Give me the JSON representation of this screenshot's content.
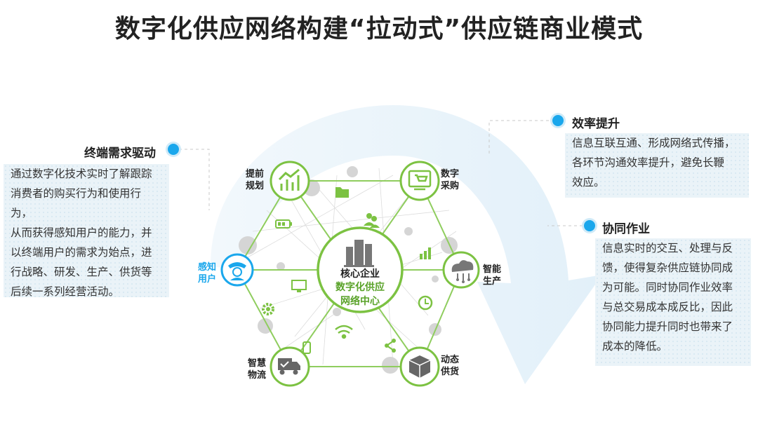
{
  "title": "数字化供应网络构建“拉动式”供应链商业模式",
  "left_panel": {
    "heading": "终端需求驱动",
    "lines": [
      "通过数字化技术实时了解跟踪",
      "消费者的购买行为和使用行为，",
      "从而获得感知用户的能力，并",
      "以终端用户的需求为始点，进",
      "行战略、研发、生产、供货等",
      "后续一系列经营活动。"
    ]
  },
  "right_top_panel": {
    "heading": "效率提升",
    "lines": [
      "信息互联互通、形成网络式传播，",
      "各环节沟通效率提升，避免长鞭",
      "效应。"
    ]
  },
  "right_bottom_panel": {
    "heading": "协同作业",
    "lines": [
      "信息实时的交互、处理与反",
      "馈，使得复杂供应链协同成",
      "为可能。同时协同作业效率",
      "与总交易成本成反比，因此",
      "协同能力提升同时也带来了",
      "成本的降低。"
    ]
  },
  "nodes": {
    "plan": {
      "line1": "提前",
      "line2": "规划",
      "icon": "chart-growth-icon"
    },
    "purchase": {
      "line1": "数字",
      "line2": "采购",
      "icon": "cart-screen-icon"
    },
    "produce": {
      "line1": "智能",
      "line2": "生产",
      "icon": "cloud-network-icon"
    },
    "supply": {
      "line1": "动态",
      "line2": "供货",
      "icon": "package-box-icon"
    },
    "logistics": {
      "line1": "智慧",
      "line2": "物流",
      "icon": "delivery-truck-icon"
    },
    "user": {
      "line1": "感知",
      "line2": "用户",
      "icon": "phone-user-icon"
    }
  },
  "center": {
    "line1": "核心企业",
    "line2": "数字化供应",
    "line3": "网络中心",
    "icon": "building-icon"
  },
  "colors": {
    "green": "#7cc242",
    "blue": "#1aa7ec",
    "arrow": "#eaf4fb",
    "panel": "#eaf3f8"
  }
}
